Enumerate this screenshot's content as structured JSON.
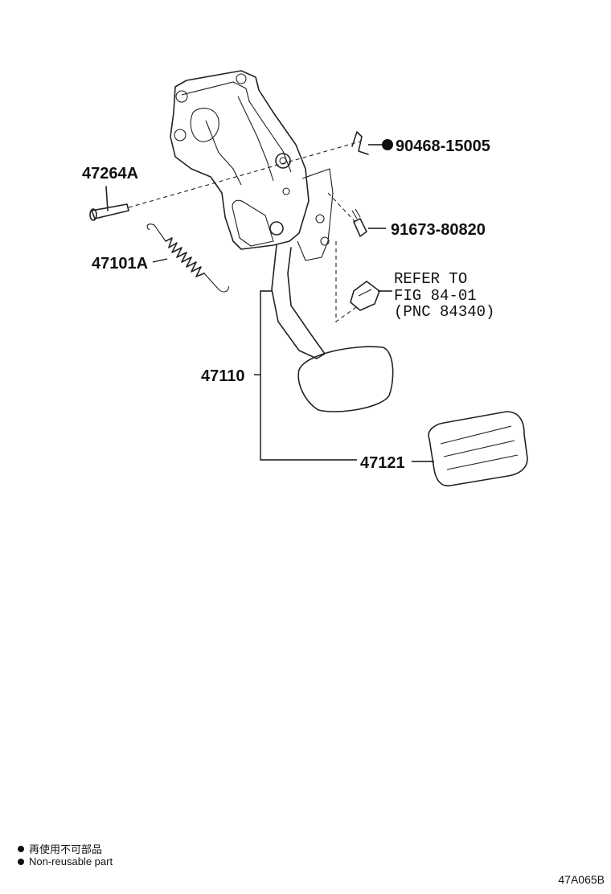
{
  "parts": {
    "clip": {
      "number": "90468-15005",
      "non_reusable": true
    },
    "pin": {
      "number": "47264A"
    },
    "bolt": {
      "number": "91673-80820"
    },
    "spring": {
      "number": "47101A"
    },
    "refer": {
      "line1": "REFER TO",
      "line2": "FIG 84-01",
      "line3": "(PNC 84340)"
    },
    "pedal_arm": {
      "number": "47110"
    },
    "pedal_pad": {
      "number": "47121"
    }
  },
  "legend": {
    "line1": "再使用不可部品",
    "line2": "Non-reusable part"
  },
  "figure_code": "47A065B"
}
